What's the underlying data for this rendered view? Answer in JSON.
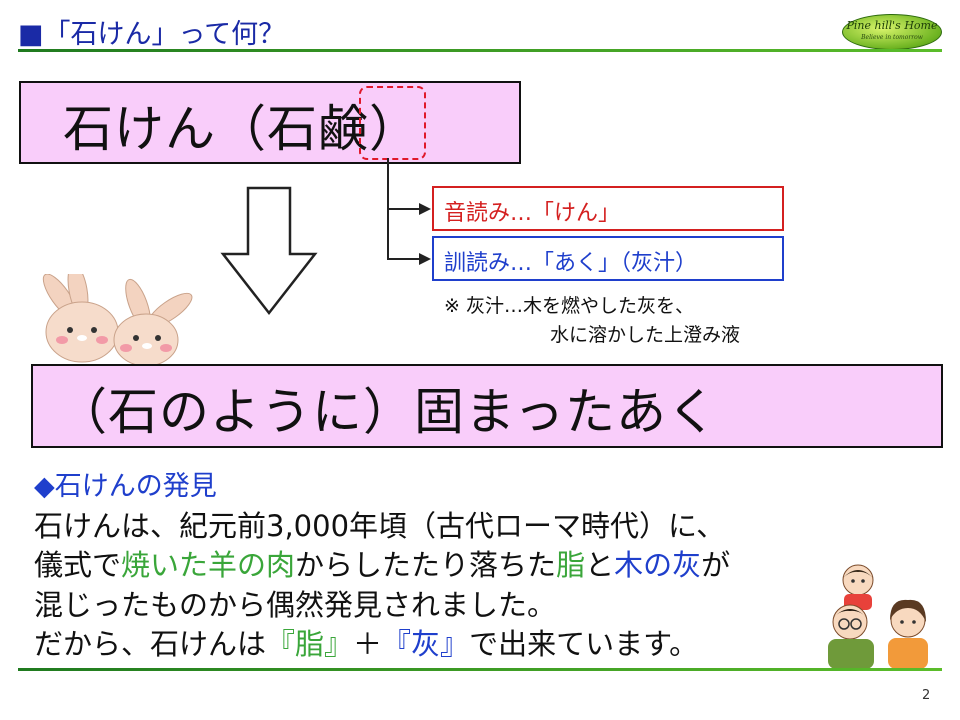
{
  "header": {
    "title": "■「石けん」って何？",
    "logo_title": "Pine hill's Home",
    "logo_subtitle": "Believe in tomorrow"
  },
  "title_box": {
    "text": "石けん（石鹸）"
  },
  "readings": {
    "onyomi": "音読み…「けん」",
    "kunyomi": "訓読み…「あく」（灰汁）"
  },
  "note": {
    "line1": "※ 灰汁…木を燃やした灰を、",
    "line2": "水に溶かした上澄み液"
  },
  "result_box": {
    "text": "（石のように）固まったあく"
  },
  "discovery": {
    "heading": "◆石けんの発見",
    "line1": "石けんは、紀元前3,000年頃（古代ローマ時代）に、",
    "line2": {
      "p1": "儀式で",
      "burnt": "焼いた",
      "sheep": "羊の肉",
      "p2": "からしたたり落ちた",
      "fat": "脂",
      "p3": "と",
      "ash": "木の灰",
      "p4": "が"
    },
    "line3": "混じったものから偶然発見されました。",
    "line4": {
      "p1": "だから、石けんは",
      "fat": "『脂』",
      "plus": "＋",
      "ash": "『灰』",
      "p2": "で出来ています。"
    }
  },
  "colors": {
    "header_blue": "#1a2aa6",
    "box_pink": "#f9cdfa",
    "red": "#d42020",
    "blue": "#1f3fcc",
    "green": "#3aa63a"
  },
  "page_number": "2"
}
